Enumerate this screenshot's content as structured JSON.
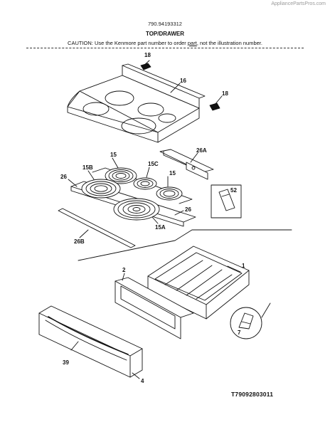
{
  "header": {
    "watermark": "AppliancePartsPros.com",
    "model_number": "790.94193312",
    "section_title": "TOP/DRAWER",
    "caution_before": "CAUTION: Use the Kenmore part number to order ",
    "caution_underlined": "part",
    "caution_after": ", not the illustration number."
  },
  "callouts": {
    "c18a": "18",
    "c16": "16",
    "c18b": "18",
    "c26a": "26A",
    "c15a": "15",
    "c15b_lbl": "15B",
    "c15c": "15C",
    "c15d": "15",
    "c26": "26",
    "c52": "52",
    "c26r": "26",
    "c15a_lbl": "15A",
    "c26b": "26B",
    "c2": "2",
    "c1": "1",
    "c7": "7",
    "c39": "39",
    "c4": "4"
  },
  "footer": {
    "reference": "T79092803011"
  }
}
